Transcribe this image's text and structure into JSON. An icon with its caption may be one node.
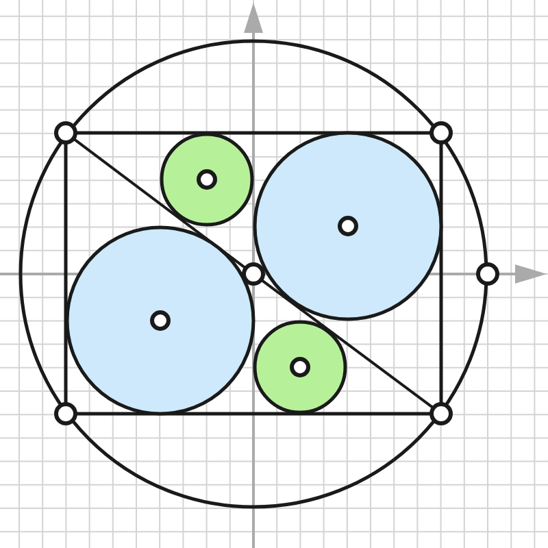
{
  "diagram": {
    "nodes": [
      {
        "text": [],
        "shape": "circle"
      },
      {
        "text": [],
        "shape": "box",
        "in": 0
      },
      {
        "text": [],
        "shape": "circle",
        "in": 1
      },
      {
        "text": [],
        "shape": "circle",
        "in": 1
      },
      {
        "text": [],
        "shape": "circle",
        "in": 1
      },
      {
        "text": [],
        "shape": "circle",
        "in": 1
      },
      {
        "text": [],
        "shape": "circle",
        "in": 0
      },
      {
        "text": [],
        "shape": "circle",
        "in": 0
      },
      {
        "text": [],
        "shape": "circle",
        "in": 0
      },
      {
        "text": [],
        "shape": "circle",
        "in": 0
      },
      {
        "text": [],
        "shape": "circle",
        "in": 1
      },
      {
        "text": [],
        "shape": "circle"
      },
      {
        "text": [],
        "shape": "circle",
        "in": 4
      },
      {
        "text": [],
        "shape": "circle",
        "in": 3
      },
      {
        "text": [],
        "shape": "circle",
        "in": 2
      },
      {
        "text": [],
        "shape": "circle",
        "in": 5
      }
    ],
    "edges": [
      {
        "from": 6,
        "to": 10,
        "arrow": "none"
      },
      {
        "from": 10,
        "to": 9,
        "arrow": "none"
      }
    ]
  }
}
